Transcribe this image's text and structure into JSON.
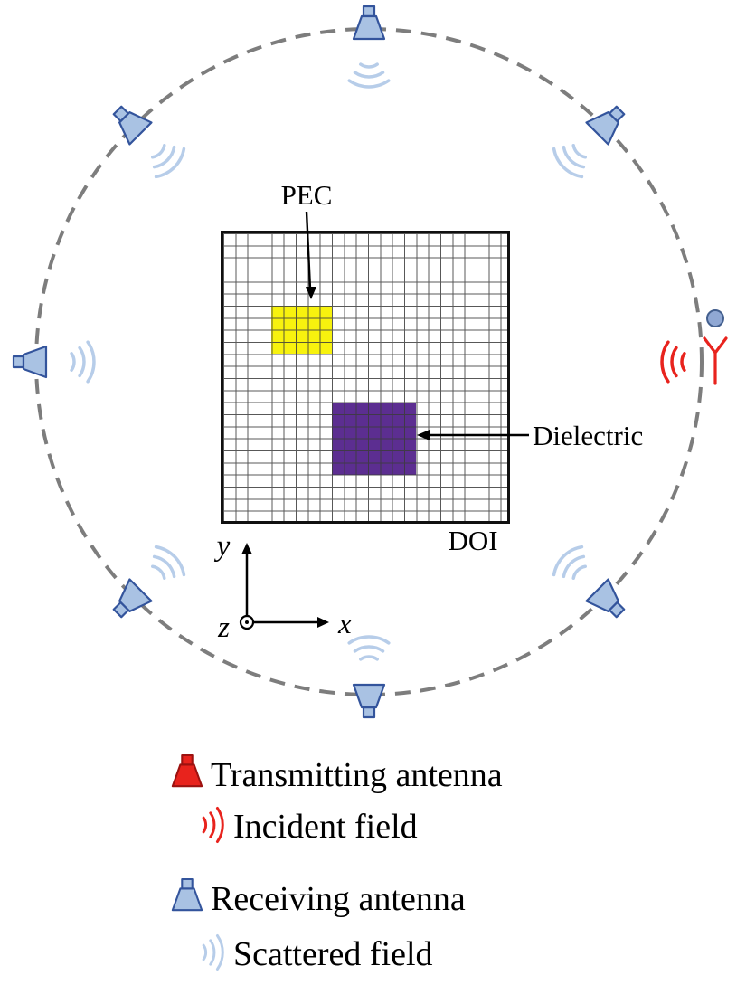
{
  "labels": {
    "pec": "PEC",
    "dielectric": "Dielectric",
    "doi": "DOI",
    "axis_x": "x",
    "axis_y": "y",
    "axis_z": "z"
  },
  "legend": {
    "items": [
      {
        "icon": "transmitting-antenna-icon",
        "label": "Transmitting antenna"
      },
      {
        "icon": "incident-field-icon",
        "label": "Incident field"
      },
      {
        "icon": "receiving-antenna-icon",
        "label": "Receiving antenna"
      },
      {
        "icon": "scattered-field-icon",
        "label": "Scattered field"
      }
    ]
  },
  "scene": {
    "receiving_antennas_visible": 7,
    "transmitting_antennas_visible": 1,
    "scattered_wave_groups": 7,
    "incident_wave_groups": 1
  },
  "colors": {
    "pec-yellow": "#f7f20e",
    "dielectric-purple": "#5c2e91",
    "transmit-red": "#e8231d",
    "transmit-dark": "#9c1210",
    "antenna-fill": "#a9c2e3",
    "antenna-stroke": "#33549c",
    "scatter-wave": "#b7cde9",
    "circle-dash": "#7d7d7d",
    "grid-line": "#3c3c3c",
    "ball-fill": "#90a8d4",
    "ball-stroke": "#44608f"
  }
}
